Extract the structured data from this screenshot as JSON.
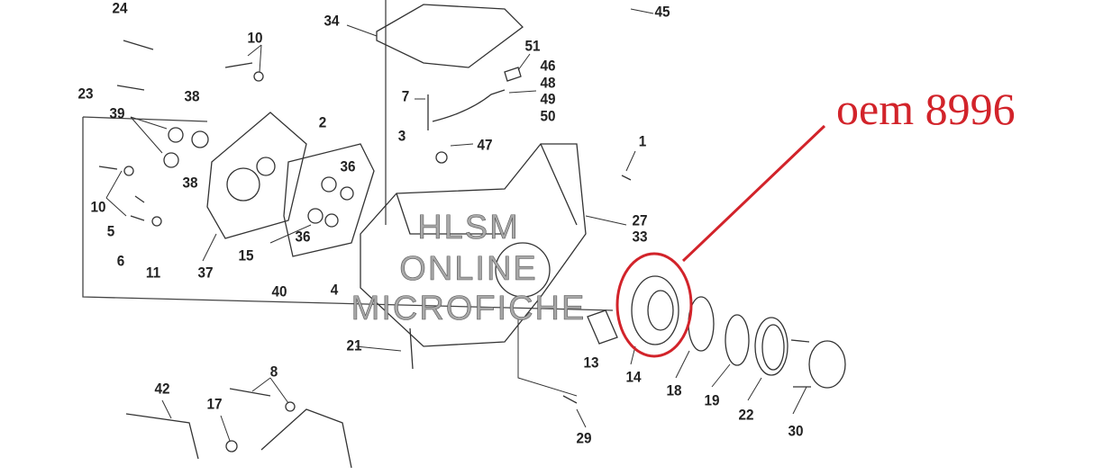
{
  "diagram": {
    "part_labels": [
      "24",
      "10",
      "34",
      "45",
      "51",
      "46",
      "48",
      "49",
      "50",
      "23",
      "38",
      "7",
      "39",
      "2",
      "3",
      "47",
      "1",
      "36",
      "10",
      "38",
      "27",
      "33",
      "5",
      "36",
      "15",
      "6",
      "11",
      "37",
      "40",
      "4",
      "21",
      "13",
      "14",
      "18",
      "19",
      "22",
      "30",
      "8",
      "42",
      "17",
      "29"
    ],
    "watermark": [
      "HLSM",
      "ONLINE",
      "MICROFICHE"
    ],
    "annotation": {
      "text": "oem 8996",
      "color": "#d2232a",
      "highlighted_part": "14"
    }
  }
}
